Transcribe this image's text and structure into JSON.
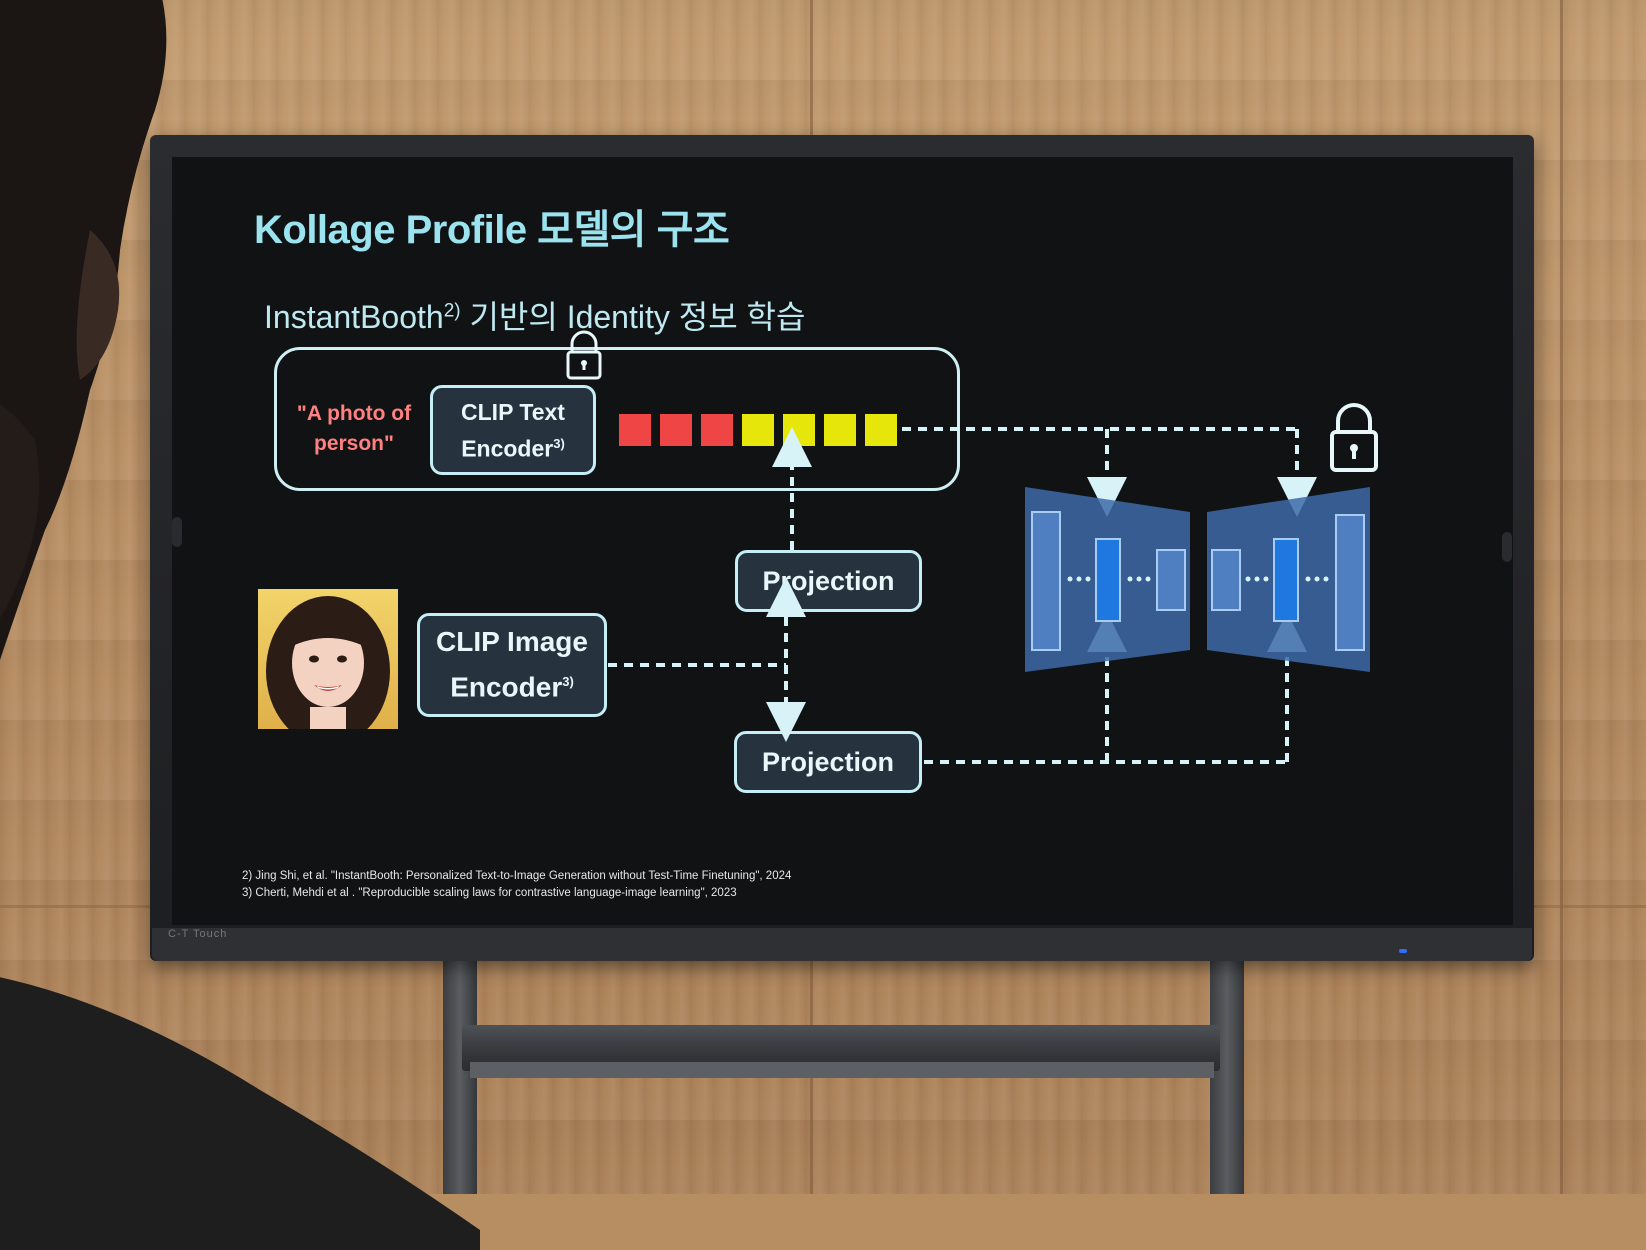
{
  "slide": {
    "title": "Kollage Profile 모델의 구조",
    "subtitle": "InstantBooth",
    "subtitle_sup": "2)",
    "subtitle_rest": " 기반의 Identity 정보 학습",
    "prompt": "\"A photo of person\"",
    "clip_text_label": "CLIP Text Encoder",
    "clip_text_sup": "3)",
    "clip_image_label": "CLIP Image Encoder",
    "clip_image_sup": "3)",
    "projection_top": "Projection",
    "projection_bottom": "Projection",
    "footnote_1": "2) Jing Shi, et al. \"InstantBooth: Personalized Text-to-Image Generation without Test-Time Finetuning\", 2024",
    "footnote_2": "3) Cherti, Mehdi et al . \"Reproducible scaling laws for contrastive language-image learning\", 2023"
  },
  "colors": {
    "title": "#9be3ef",
    "prompt": "#ff8080",
    "token_red": "#f04545",
    "token_yellow": "#e6e60a",
    "unet_fill": "#3d6aa8",
    "unet_core": "#1e78e0",
    "screen_bg": "#111214"
  },
  "icons": [
    "lock-icon",
    "lock-icon"
  ],
  "monitor": {
    "brand": "C-T Touch"
  }
}
